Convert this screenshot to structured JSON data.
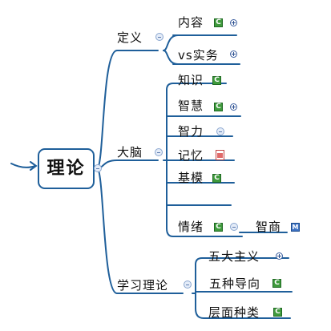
{
  "root": {
    "label": "理论"
  },
  "branches": {
    "definition": {
      "label": "定义",
      "children": {
        "content": "内容",
        "vs_practice": "vs实务"
      }
    },
    "brain": {
      "label": "大脑",
      "children": {
        "knowledge": "知识",
        "wisdom": "智慧",
        "intellect": "智力",
        "memory": "记忆",
        "basic_model": "基模",
        "emotion": "情绪",
        "emotion_child_eq": "智商"
      }
    },
    "learning_theory": {
      "label": "学习理论",
      "children": {
        "five_doctrines": "五大主义",
        "five_orientations": "五种导向",
        "level_types": "层面种类"
      }
    }
  },
  "icons": {
    "c_marker": "C",
    "m_marker": "M"
  },
  "colors": {
    "connector": "#1f5f9a",
    "root_border": "#1f5f9a",
    "c_marker": "#3f9a3c",
    "m_marker": "#3d72c3"
  }
}
